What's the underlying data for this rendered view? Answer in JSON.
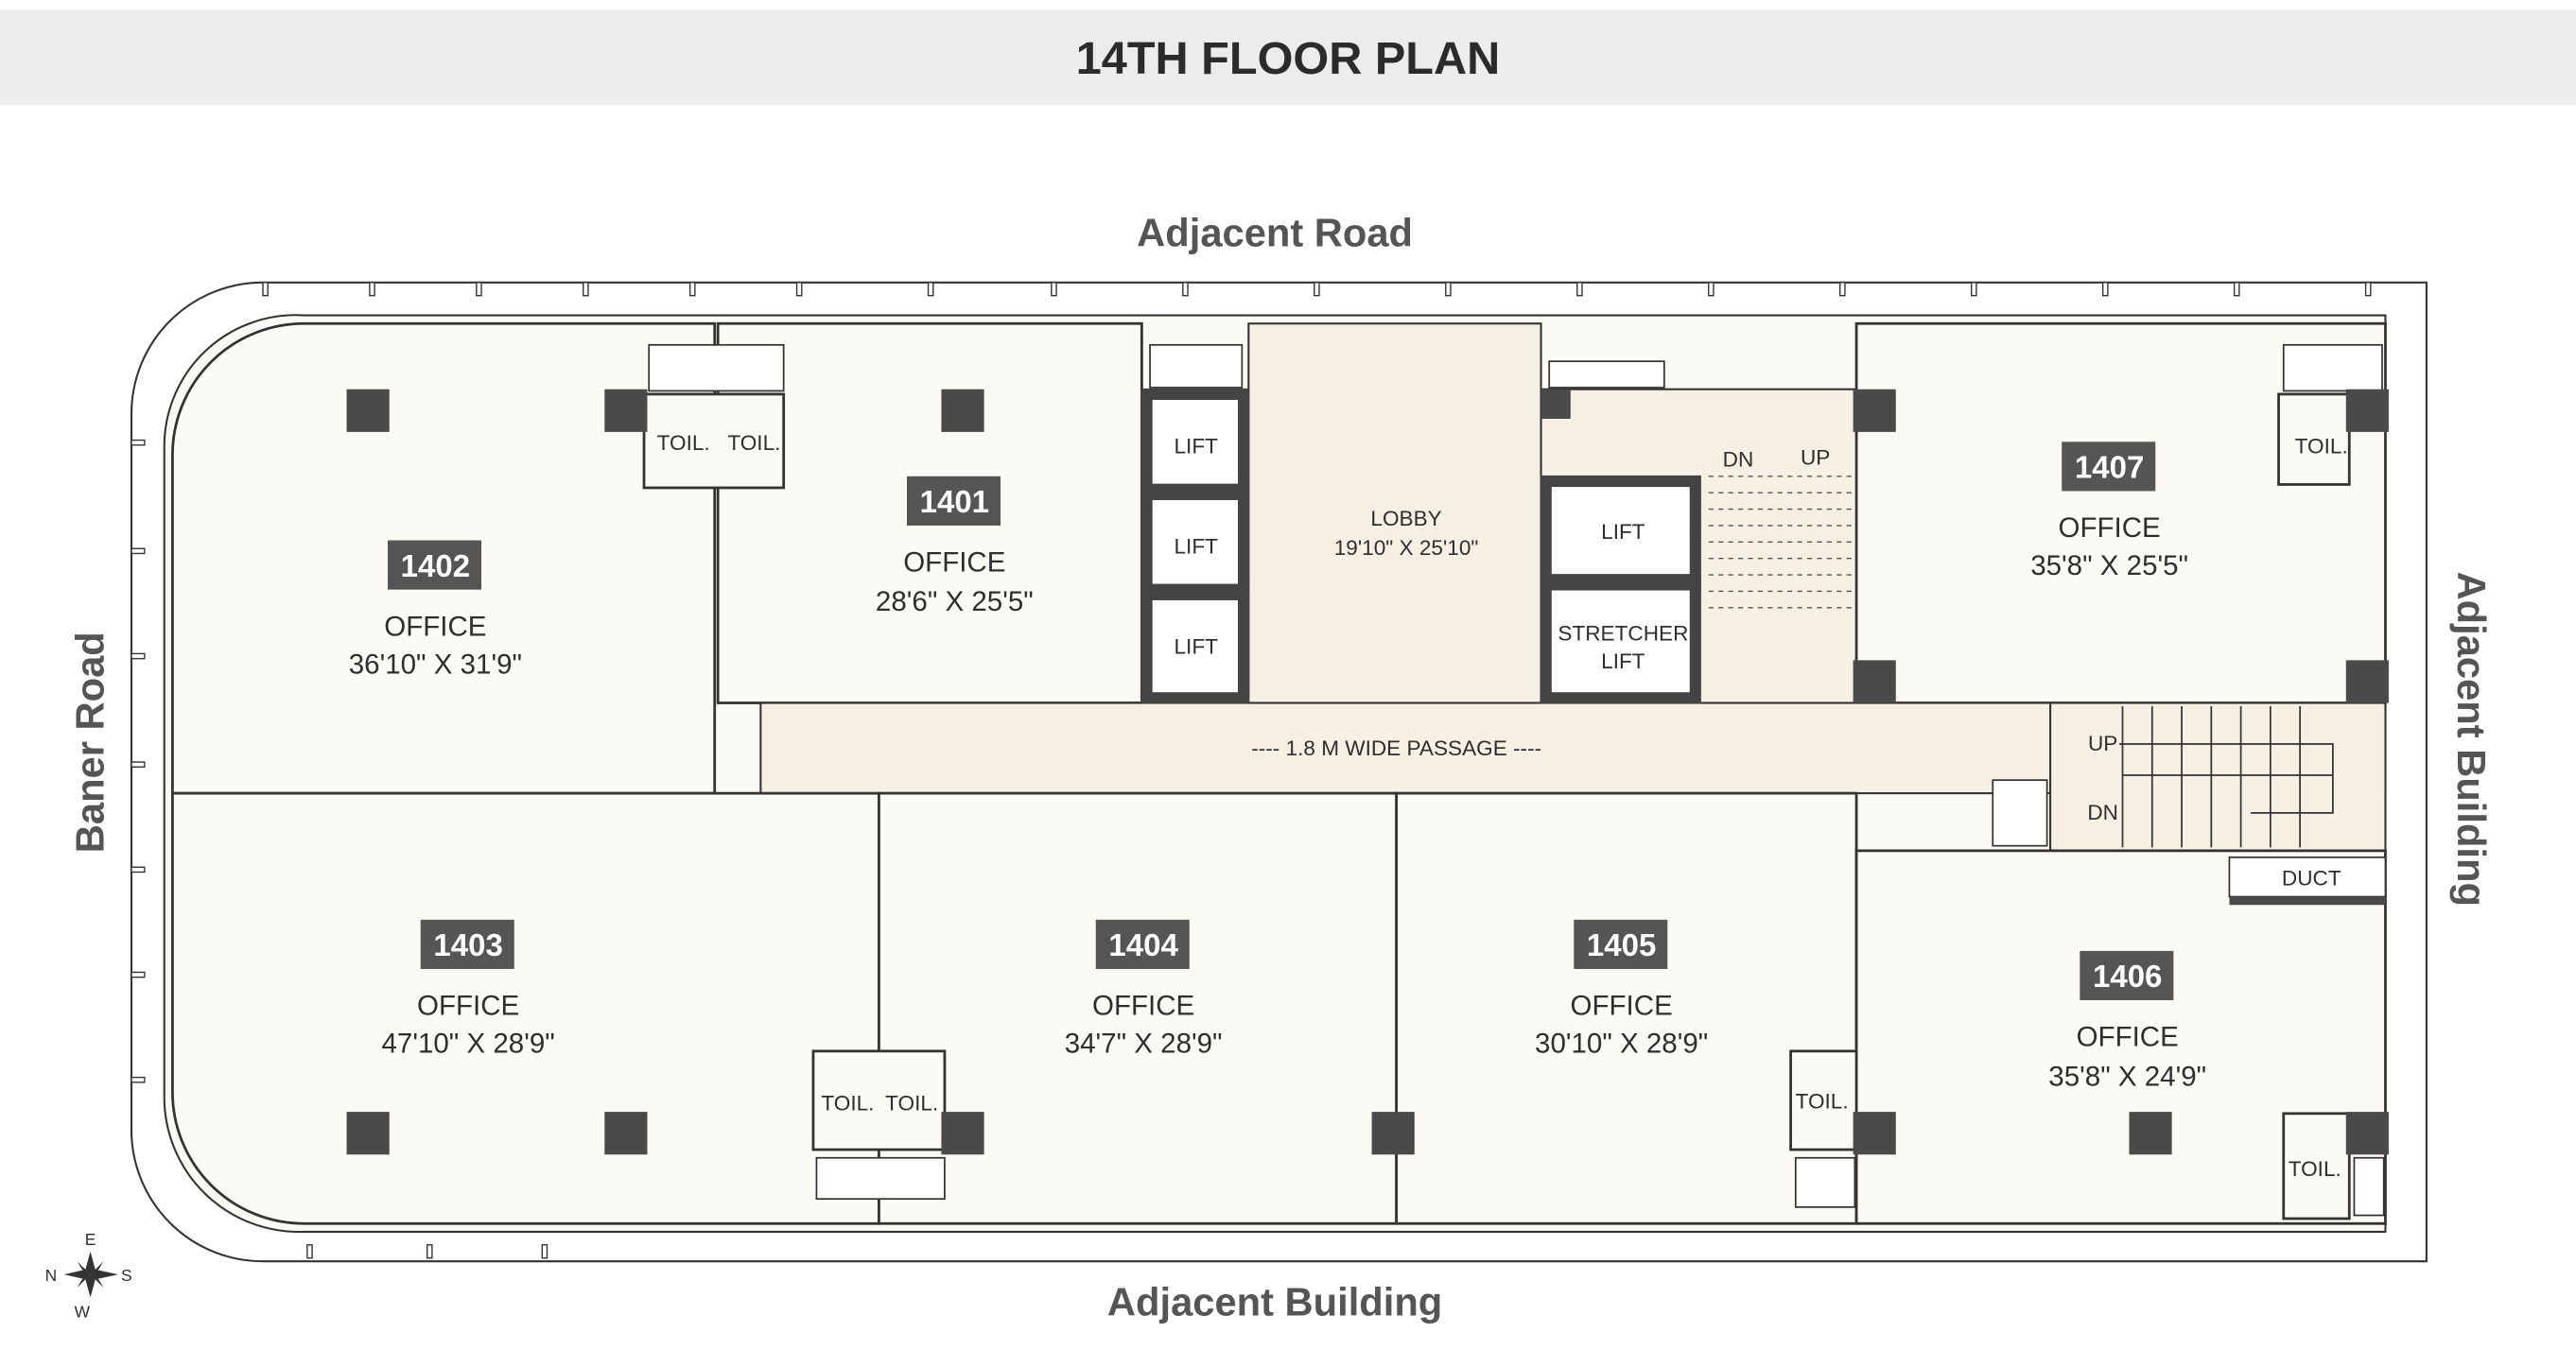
{
  "title": "14TH FLOOR PLAN",
  "surroundings": {
    "top": "Adjacent Road",
    "bottom": "Adjacent Building",
    "right": "Adjacent Building",
    "left": "Baner Road"
  },
  "compass": {
    "north": "N",
    "south": "S",
    "east": "E",
    "west": "W"
  },
  "units": [
    {
      "number": "1401",
      "type": "OFFICE",
      "size": "28'6\" X 25'5\""
    },
    {
      "number": "1402",
      "type": "OFFICE",
      "size": "36'10\" X 31'9\""
    },
    {
      "number": "1403",
      "type": "OFFICE",
      "size": "47'10\" X 28'9\""
    },
    {
      "number": "1404",
      "type": "OFFICE",
      "size": "34'7\" X 28'9\""
    },
    {
      "number": "1405",
      "type": "OFFICE",
      "size": "30'10\" X 28'9\""
    },
    {
      "number": "1406",
      "type": "OFFICE",
      "size": "35'8\" X 24'9\""
    },
    {
      "number": "1407",
      "type": "OFFICE",
      "size": "35'8\" X 25'5\""
    }
  ],
  "lobby": {
    "label": "LOBBY",
    "size": "19'10\" X 25'10\""
  },
  "passage": "---- 1.8 M WIDE PASSAGE ----",
  "lift_label": "LIFT",
  "stretcher_lift": [
    "STRETCHER",
    "LIFT"
  ],
  "toilet_label": "TOIL.",
  "duct_label": "DUCT",
  "stairs": {
    "down": "DN",
    "up": "UP"
  },
  "colors": {
    "floor": "#fbfaf5",
    "common": "#f6efe3",
    "column": "#4a4a4a",
    "badge": "#555555",
    "header": "#ececec"
  }
}
